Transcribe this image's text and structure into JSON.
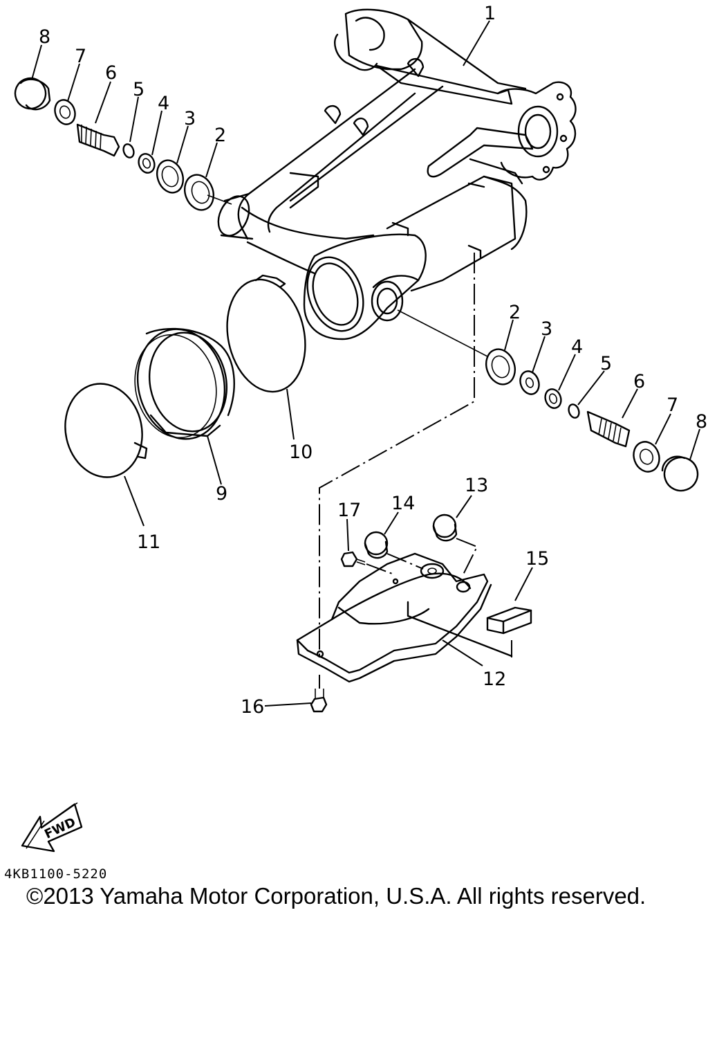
{
  "diagram": {
    "callouts": {
      "c1": "1",
      "c2a": "2",
      "c3a": "3",
      "c4a": "4",
      "c5a": "5",
      "c6a": "6",
      "c7a": "7",
      "c8a": "8",
      "c2b": "2",
      "c3b": "3",
      "c4b": "4",
      "c5b": "5",
      "c6b": "6",
      "c7b": "7",
      "c8b": "8",
      "c9": "9",
      "c10": "10",
      "c11": "11",
      "c12": "12",
      "c13": "13",
      "c14": "14",
      "c15": "15",
      "c16": "16",
      "c17": "17"
    },
    "fwd_label": "FWD",
    "diagram_code": "4KB1100-5220",
    "copyright": "©2013 Yamaha Motor Corporation, U.S.A. All rights reserved."
  }
}
